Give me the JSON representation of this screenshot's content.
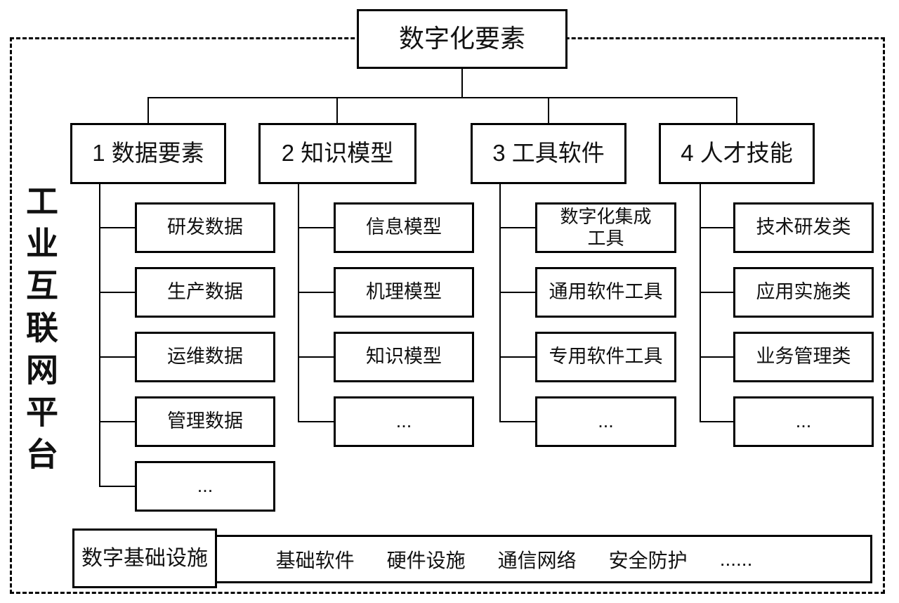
{
  "diagram": {
    "root_label": "数字化要素",
    "side_label": "工业互联网平台",
    "columns": [
      {
        "header": "1 数据要素",
        "children": [
          "研发数据",
          "生产数据",
          "运维数据",
          "管理数据",
          "..."
        ]
      },
      {
        "header": "2 知识模型",
        "children": [
          "信息模型",
          "机理模型",
          "知识模型",
          "..."
        ]
      },
      {
        "header": "3 工具软件",
        "children": [
          "数字化集成\n工具",
          "通用软件工具",
          "专用软件工具",
          "..."
        ]
      },
      {
        "header": "4 人才技能",
        "children": [
          "技术研发类",
          "应用实施类",
          "业务管理类",
          "..."
        ]
      }
    ],
    "infrastructure": {
      "label": "数字基础设施",
      "items": [
        "基础软件",
        "硬件设施",
        "通信网络",
        "安全防护",
        "......"
      ]
    },
    "colors": {
      "line": "#000000",
      "text": "#111111",
      "background": "#ffffff"
    }
  }
}
